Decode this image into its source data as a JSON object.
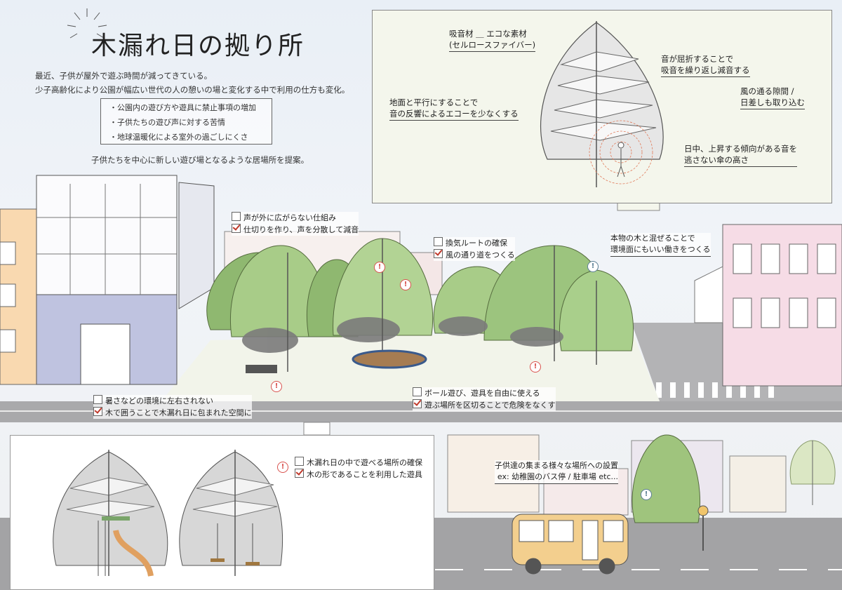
{
  "title": "木漏れ日の拠り所",
  "intro": {
    "line1": "最近、子供が屋外で遊ぶ時間が減ってきている。",
    "line2": "少子高齢化により公園が幅広い世代の人の憩いの場と変化する中で利用の仕方も変化。"
  },
  "bullets": [
    "・公園内の遊び方や遊具に禁止事項の増加",
    "・子供たちの遊び声に対する苦情",
    "・地球温暖化による室外の過ごしにくさ"
  ],
  "proposal": "子供たちを中心に新しい遊び場となるような居場所を提案。",
  "detail": {
    "material_1": "吸音材 ＿ エコな素材",
    "material_2": "(セルロースファイバー)",
    "refract_1": "音が屈折することで",
    "refract_2": "吸音を繰り返し減音する",
    "gap_1": "風の通る隙間 /",
    "gap_2": "日差しも取り込む",
    "ground_1": "地面と平行にすることで",
    "ground_2": "音の反響によるエコーを少なくする",
    "height_1": "日中、上昇する傾向がある音を",
    "height_2": "逃さない傘の高さ"
  },
  "checks": {
    "voice": [
      {
        "text": "声が外に広がらない仕組み",
        "checked": false
      },
      {
        "text": "仕切りを作り、声を分散して減音",
        "checked": true
      }
    ],
    "air": [
      {
        "text": "換気ルートの確保",
        "checked": false
      },
      {
        "text": "風の通り道をつくる",
        "checked": true
      }
    ],
    "real_tree_1": "本物の木と混ぜることで",
    "real_tree_2": "環境面にもいい働きをつくる",
    "heat": [
      {
        "text": "暑さなどの環境に左右されない",
        "checked": false
      },
      {
        "text": "木で囲うことで木漏れ日に包まれた空間に",
        "checked": true
      }
    ],
    "ball": [
      {
        "text": "ボール遊び、遊具を自由に使える",
        "checked": false
      },
      {
        "text": "遊ぶ場所を区切ることで危険をなくす",
        "checked": true
      }
    ],
    "play": [
      {
        "text": "木漏れ日の中で遊べる場所の確保",
        "checked": false
      },
      {
        "text": "木の形であることを利用した遊具",
        "checked": true
      }
    ],
    "bus_1": "子供達の集まる様々な場所への設置",
    "bus_2": "ex: 幼稚園のバス停 / 駐車場 etc..."
  },
  "warn_symbol": "!",
  "colors": {
    "leaf": "#9fc47d",
    "leaf_dark": "#7fa860",
    "acoustic_grey": "#8c8c8c",
    "bus": "#f3cf8e",
    "warning": "#d9534f"
  }
}
